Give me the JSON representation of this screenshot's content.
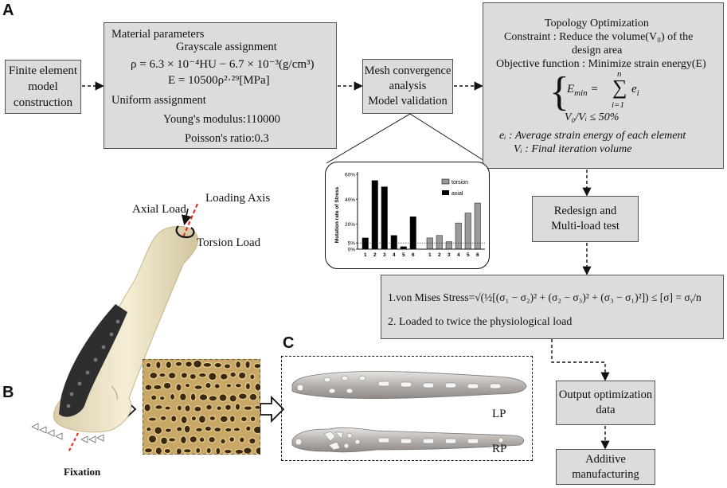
{
  "panels": {
    "a": "A",
    "b": "B",
    "c": "C"
  },
  "fe_model": {
    "line1": "Finite element",
    "line2": "model",
    "line3": "construction"
  },
  "material": {
    "title": "Material parameters",
    "grayscale_title": "Grayscale assignment",
    "rho_eq": "ρ = 6.3 × 10⁻⁴HU − 6.7 × 10⁻³(g/cm³)",
    "e_eq": "E = 10500ρ²·²⁹[MPa]",
    "uniform_title": "Uniform assignment",
    "youngs": "Young's modulus:110000",
    "poisson": "Poisson's ratio:0.3"
  },
  "mesh": {
    "line1": "Mesh convergence",
    "line2": "analysis",
    "line3": "Model validation"
  },
  "topology": {
    "title": "Topology Optimization",
    "constraint_1": "Constraint : Reduce the volume(V₀) of the",
    "constraint_2": "design area",
    "objective": "Objective function : Minimize strain energy(E)",
    "emin_lhs": "E",
    "emin_sub": "min",
    "emin_eq": " = ",
    "sum_top": "n",
    "sum_bottom": "i=1",
    "sum_term": "e",
    "sum_term_sub": "i",
    "volume_ratio": "V₀/Vᵢ ≤ 50%",
    "ei_def": "eᵢ :  Average strain energy of each element",
    "vi_def": "Vᵢ :  Final iteration volume"
  },
  "redesign": {
    "line1": "Redesign and",
    "line2": "Multi-load test"
  },
  "criteria": {
    "line1_prefix": "1.von Mises Stress=",
    "line1_formula": "√(½[(σ₁ − σ₂)² + (σ₂ − σ₃)² + (σ₃ − σ₁)²]) ≤ [σ] = σᵧ/n",
    "line2": "2. Loaded to twice the physiological load"
  },
  "output": {
    "line1": "Output optimization",
    "line2": "data"
  },
  "additive": {
    "line1": "Additive",
    "line2": "manufacturing"
  },
  "bone_labels": {
    "axial_load": "Axial Load",
    "loading_axis": "Loading Axis",
    "torsion_load": "Torsion Load",
    "fixation": "Fixation"
  },
  "plates": {
    "lp": "LP",
    "rp": "RP"
  },
  "chart_data": {
    "type": "bar",
    "ylabel": "Mutation rate of Stress",
    "yticks": [
      "60%",
      "40%",
      "20%",
      "5%",
      "0%"
    ],
    "ylim": [
      0,
      60
    ],
    "categories_axial": [
      "1",
      "2",
      "3",
      "4",
      "5",
      "6"
    ],
    "categories_torsion": [
      "1",
      "2",
      "3",
      "4",
      "5",
      "6"
    ],
    "series": [
      {
        "name": "axial",
        "color": "#000000",
        "values": [
          9,
          55,
          50,
          11,
          2,
          26
        ]
      },
      {
        "name": "torsion",
        "color": "#9a9a9a",
        "values": [
          9,
          11,
          6,
          21,
          29,
          37
        ]
      }
    ],
    "reference_line": 5
  },
  "colors": {
    "box_fill": "#dcdcdc",
    "bone": "#ede4c4",
    "plate": "#2e2e2e",
    "red": "#e2231a"
  }
}
